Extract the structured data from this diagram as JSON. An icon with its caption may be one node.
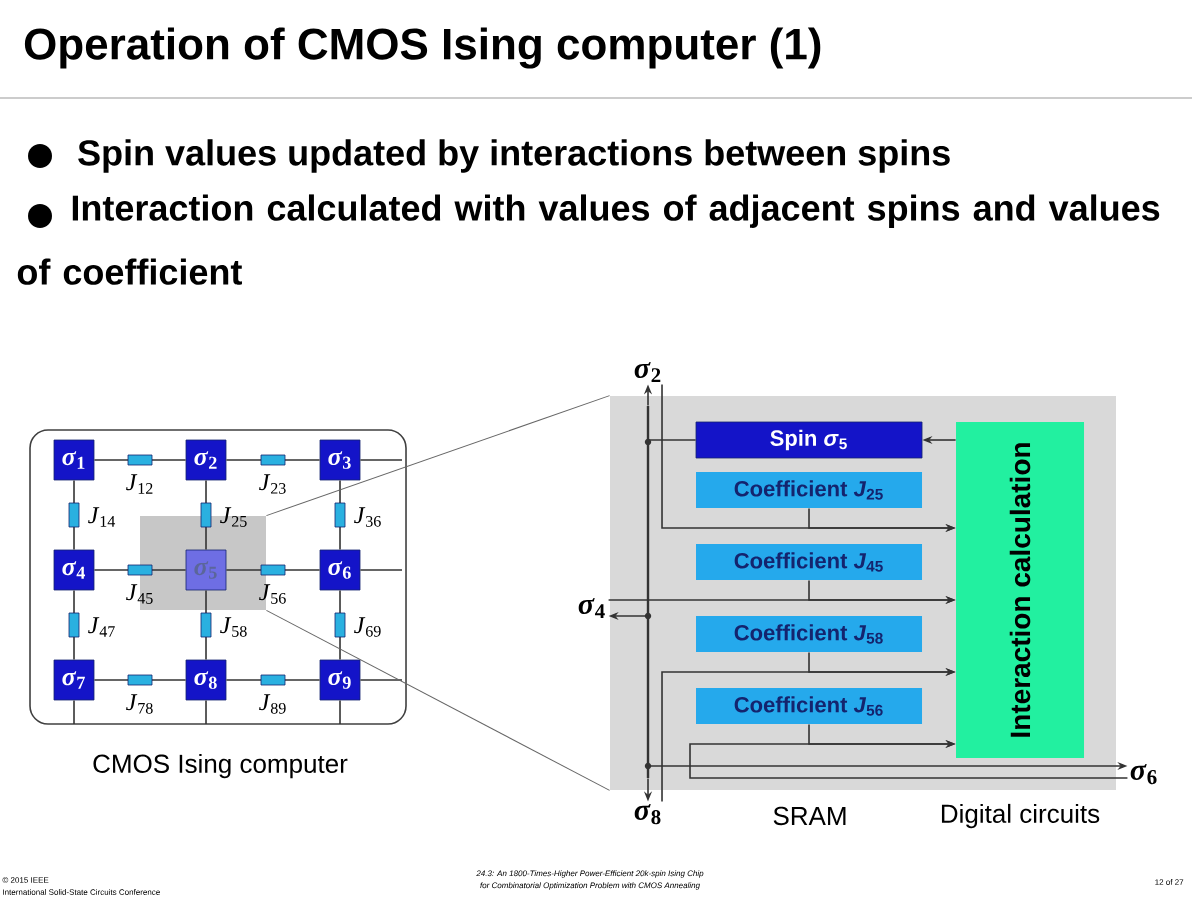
{
  "diagram": {
    "title": "Operation of CMOS Ising computer (1)",
    "nodes": [
      {
        "text": [],
        "shape": "box",
        "beside": [
          "CMOS Ising computer"
        ]
      },
      {
        "text": [
          "*σ*$_{1}$"
        ],
        "in": 0
      },
      {
        "text": [
          "*σ*$_{2}$"
        ],
        "in": 0
      },
      {
        "text": [
          "*σ*$_{3}$"
        ],
        "in": 0
      },
      {
        "text": [
          "*σ*$_{4}$"
        ],
        "in": 0
      },
      {
        "text": [],
        "shape": "box",
        "in": 0
      },
      {
        "text": [
          "*σ*$_{5}$"
        ],
        "in": 5
      },
      {
        "text": [
          "*σ*$_{6}$"
        ],
        "in": 0
      },
      {
        "text": [
          "*σ*$_{7}$"
        ],
        "in": 0
      },
      {
        "text": [
          "*σ*$_{8}$"
        ],
        "in": 0
      },
      {
        "text": [
          "*σ*$_{9}$"
        ],
        "in": 0
      },
      {
        "text": [],
        "shape": "box",
        "beside": [
          "SRAM",
          "Digital circuits"
        ]
      },
      {
        "text": [],
        "shape": "bar",
        "in": 11
      },
      {
        "text": [
          "Spin *σ*$_{5}$"
        ],
        "in": 11
      },
      {
        "text": [
          "Coefficient *J*$_{25}$"
        ],
        "in": 11
      },
      {
        "text": [
          "Coefficient *J*$_{45}$"
        ],
        "in": 11
      },
      {
        "text": [
          "Coefficient *J*$_{58}$"
        ],
        "in": 11
      },
      {
        "text": [
          "Coefficient *J*$_{56}$"
        ],
        "in": 11
      },
      {
        "text": [
          "Interaction calculation"
        ],
        "in": 11
      },
      {
        "text": [
          "*σ*$_{2}$"
        ]
      },
      {
        "text": [
          "*σ*$_{4}$"
        ]
      },
      {
        "text": [
          "*σ*$_{6}$"
        ]
      },
      {
        "text": [
          "*σ*$_{8}$"
        ]
      }
    ],
    "edges": [
      {
        "from": 1,
        "to": 2,
        "arrow": "none",
        "label": "*J*$_{12}$"
      },
      {
        "from": 2,
        "to": 3,
        "arrow": "none",
        "label": "*J*$_{23}$"
      },
      {
        "from": 1,
        "to": 4,
        "arrow": "none",
        "label": "*J*$_{14}$"
      },
      {
        "from": 2,
        "to": 6,
        "arrow": "none",
        "label": "*J*$_{25}$"
      },
      {
        "from": 3,
        "to": 7,
        "arrow": "none",
        "label": "*J*$_{36}$"
      },
      {
        "from": 4,
        "to": 6,
        "arrow": "none",
        "label": "*J*$_{45}$"
      },
      {
        "from": 6,
        "to": 7,
        "arrow": "none",
        "label": "*J*$_{56}$"
      },
      {
        "from": 4,
        "to": 8,
        "arrow": "none",
        "label": "*J*$_{47}$"
      },
      {
        "from": 6,
        "to": 9,
        "arrow": "none",
        "label": "*J*$_{58}$"
      },
      {
        "from": 7,
        "to": 10,
        "arrow": "none",
        "label": "*J*$_{69}$"
      },
      {
        "from": 8,
        "to": 9,
        "arrow": "none",
        "label": "*J*$_{78}$"
      },
      {
        "from": 9,
        "to": 10,
        "arrow": "none",
        "label": "*J*$_{89}$"
      },
      {
        "from": 3,
        "to": null,
        "arrow": "none"
      },
      {
        "from": 7,
        "to": null,
        "arrow": "none"
      },
      {
        "from": 10,
        "to": null,
        "arrow": "none"
      },
      {
        "from": 8,
        "to": null,
        "arrow": "none"
      },
      {
        "from": 9,
        "to": null,
        "arrow": "none"
      },
      {
        "from": 10,
        "to": null,
        "arrow": "none"
      },
      {
        "from": 5,
        "to": 11,
        "arrow": "none",
        "color": "#666666"
      },
      {
        "from": 5,
        "to": 11,
        "arrow": "none",
        "color": "#666666"
      },
      {
        "from": 12,
        "to": 19,
        "arrow": "to"
      },
      {
        "from": 12,
        "to": 22,
        "arrow": "to"
      },
      {
        "from": 13,
        "to": 12,
        "arrow": "none"
      },
      {
        "from": 18,
        "to": 13,
        "arrow": "to"
      },
      {
        "from": 19,
        "to": 18,
        "arrow": "to"
      },
      {
        "from": 14,
        "to": 18,
        "arrow": "to"
      },
      {
        "from": 20,
        "to": 18,
        "arrow": "to"
      },
      {
        "from": 15,
        "to": 18,
        "arrow": "to"
      },
      {
        "from": 12,
        "to": 20,
        "arrow": "to"
      },
      {
        "from": 22,
        "to": 18,
        "arrow": "to"
      },
      {
        "from": 16,
        "to": 18,
        "arrow": "to"
      },
      {
        "from": 21,
        "to": 18,
        "arrow": "to"
      },
      {
        "from": 17,
        "to": 18,
        "arrow": "to"
      },
      {
        "from": 12,
        "to": 21,
        "arrow": "to"
      }
    ],
    "labels": [
      "Spin values updated by interactions between spins",
      "Interaction calculated with values of adjacent spins and values of coefficient",
      "© 2015 IEEE",
      "International Solid-State Circuits Conference",
      "24.3: An 1800-Times-Higher Power-Efficient 20k-spin Ising Chip",
      "for Combinatorial Optimization Problem with CMOS Annealing",
      "12 of 27"
    ]
  }
}
